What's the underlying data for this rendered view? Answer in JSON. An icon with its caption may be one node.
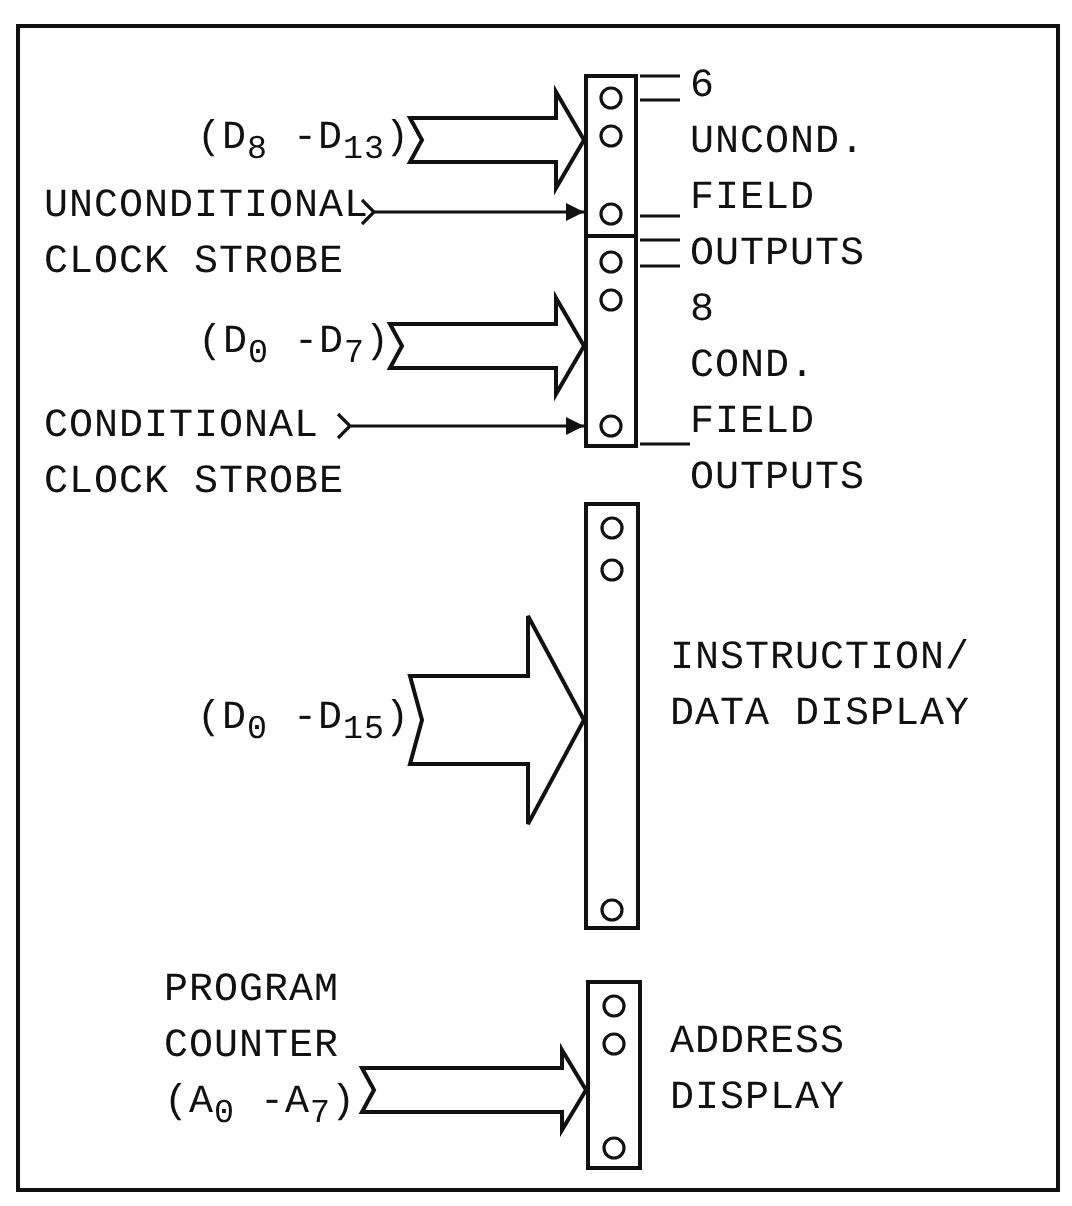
{
  "diagram": {
    "nodes": [
      {
        "text": [
          "(D$_{8}$ -D$_{13}$)"
        ]
      },
      {
        "text": [
          "UNCONDITIONAL CLOCK STROBE"
        ]
      },
      {
        "text": [
          "(D$_{0}$ -D$_{7}$)"
        ]
      },
      {
        "text": [
          "CONDITIONAL CLOCK STROBE"
        ]
      },
      {
        "text": [
          "(D$_{0}$ -D$_{15}$)"
        ]
      },
      {
        "text": [
          "PROGRAM COUNTER (A$_{0}$ -A$_{7}$)"
        ]
      },
      {
        "text": [],
        "shape": "bar",
        "beside": [
          "6",
          "UNCOND. FIELD OUTPUTS"
        ]
      },
      {
        "text": [],
        "shape": "bar",
        "beside": [
          "8",
          "COND. FIELD OUTPUTS"
        ]
      },
      {
        "text": [],
        "shape": "bar",
        "beside": [
          "INSTRUCTION/ DATA DISPLAY"
        ]
      },
      {
        "text": [],
        "shape": "bar",
        "beside": [
          "ADDRESS DISPLAY"
        ]
      }
    ],
    "edges": [
      {
        "from": 0,
        "to": 6,
        "arrow": "to",
        "style": "thick"
      },
      {
        "from": 1,
        "to": 6,
        "arrow": "to"
      },
      {
        "from": 2,
        "to": 7,
        "arrow": "to",
        "style": "thick"
      },
      {
        "from": 3,
        "to": 7,
        "arrow": "to"
      },
      {
        "from": 4,
        "to": 8,
        "arrow": "to",
        "style": "thick"
      },
      {
        "from": 5,
        "to": 9,
        "arrow": "to",
        "style": "thick"
      }
    ]
  }
}
